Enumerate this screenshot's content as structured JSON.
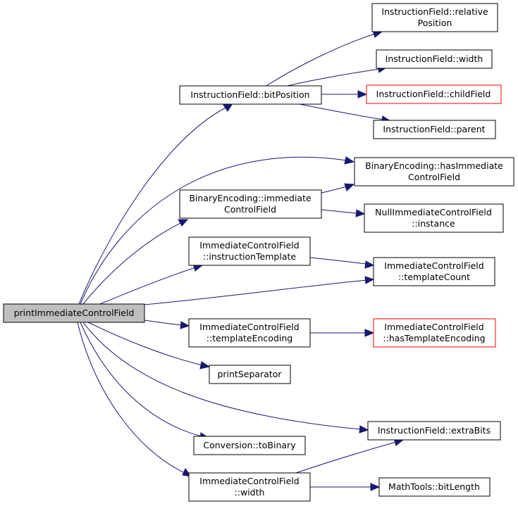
{
  "colors": {
    "edge": "#191970",
    "root_fill": "#bfbfbf",
    "node_border": "#000000",
    "missing_border": "#ff0000"
  },
  "nodes": {
    "root": "printImmediateControlField",
    "relpos": [
      "InstructionField::relative",
      "Position"
    ],
    "ifwidth": "InstructionField::width",
    "bitpos": "InstructionField::bitPosition",
    "childfield": "InstructionField::childField",
    "parent": "InstructionField::parent",
    "hasimm": [
      "BinaryEncoding::hasImmediate",
      "ControlField"
    ],
    "immctl": [
      "BinaryEncoding::immediate",
      "ControlField"
    ],
    "nullinst": [
      "NullImmediateControlField",
      "::instance"
    ],
    "insttpl": [
      "ImmediateControlField",
      "::instructionTemplate"
    ],
    "tplcount": [
      "ImmediateControlField",
      "::templateCount"
    ],
    "tplenc": [
      "ImmediateControlField",
      "::templateEncoding"
    ],
    "hastplenc": [
      "ImmediateControlField",
      "::hasTemplateEncoding"
    ],
    "printsep": "printSeparator",
    "extrabits": "InstructionField::extraBits",
    "tobinary": "Conversion::toBinary",
    "icwidth": [
      "ImmediateControlField",
      "::width"
    ],
    "bitlength": "MathTools::bitLength"
  }
}
